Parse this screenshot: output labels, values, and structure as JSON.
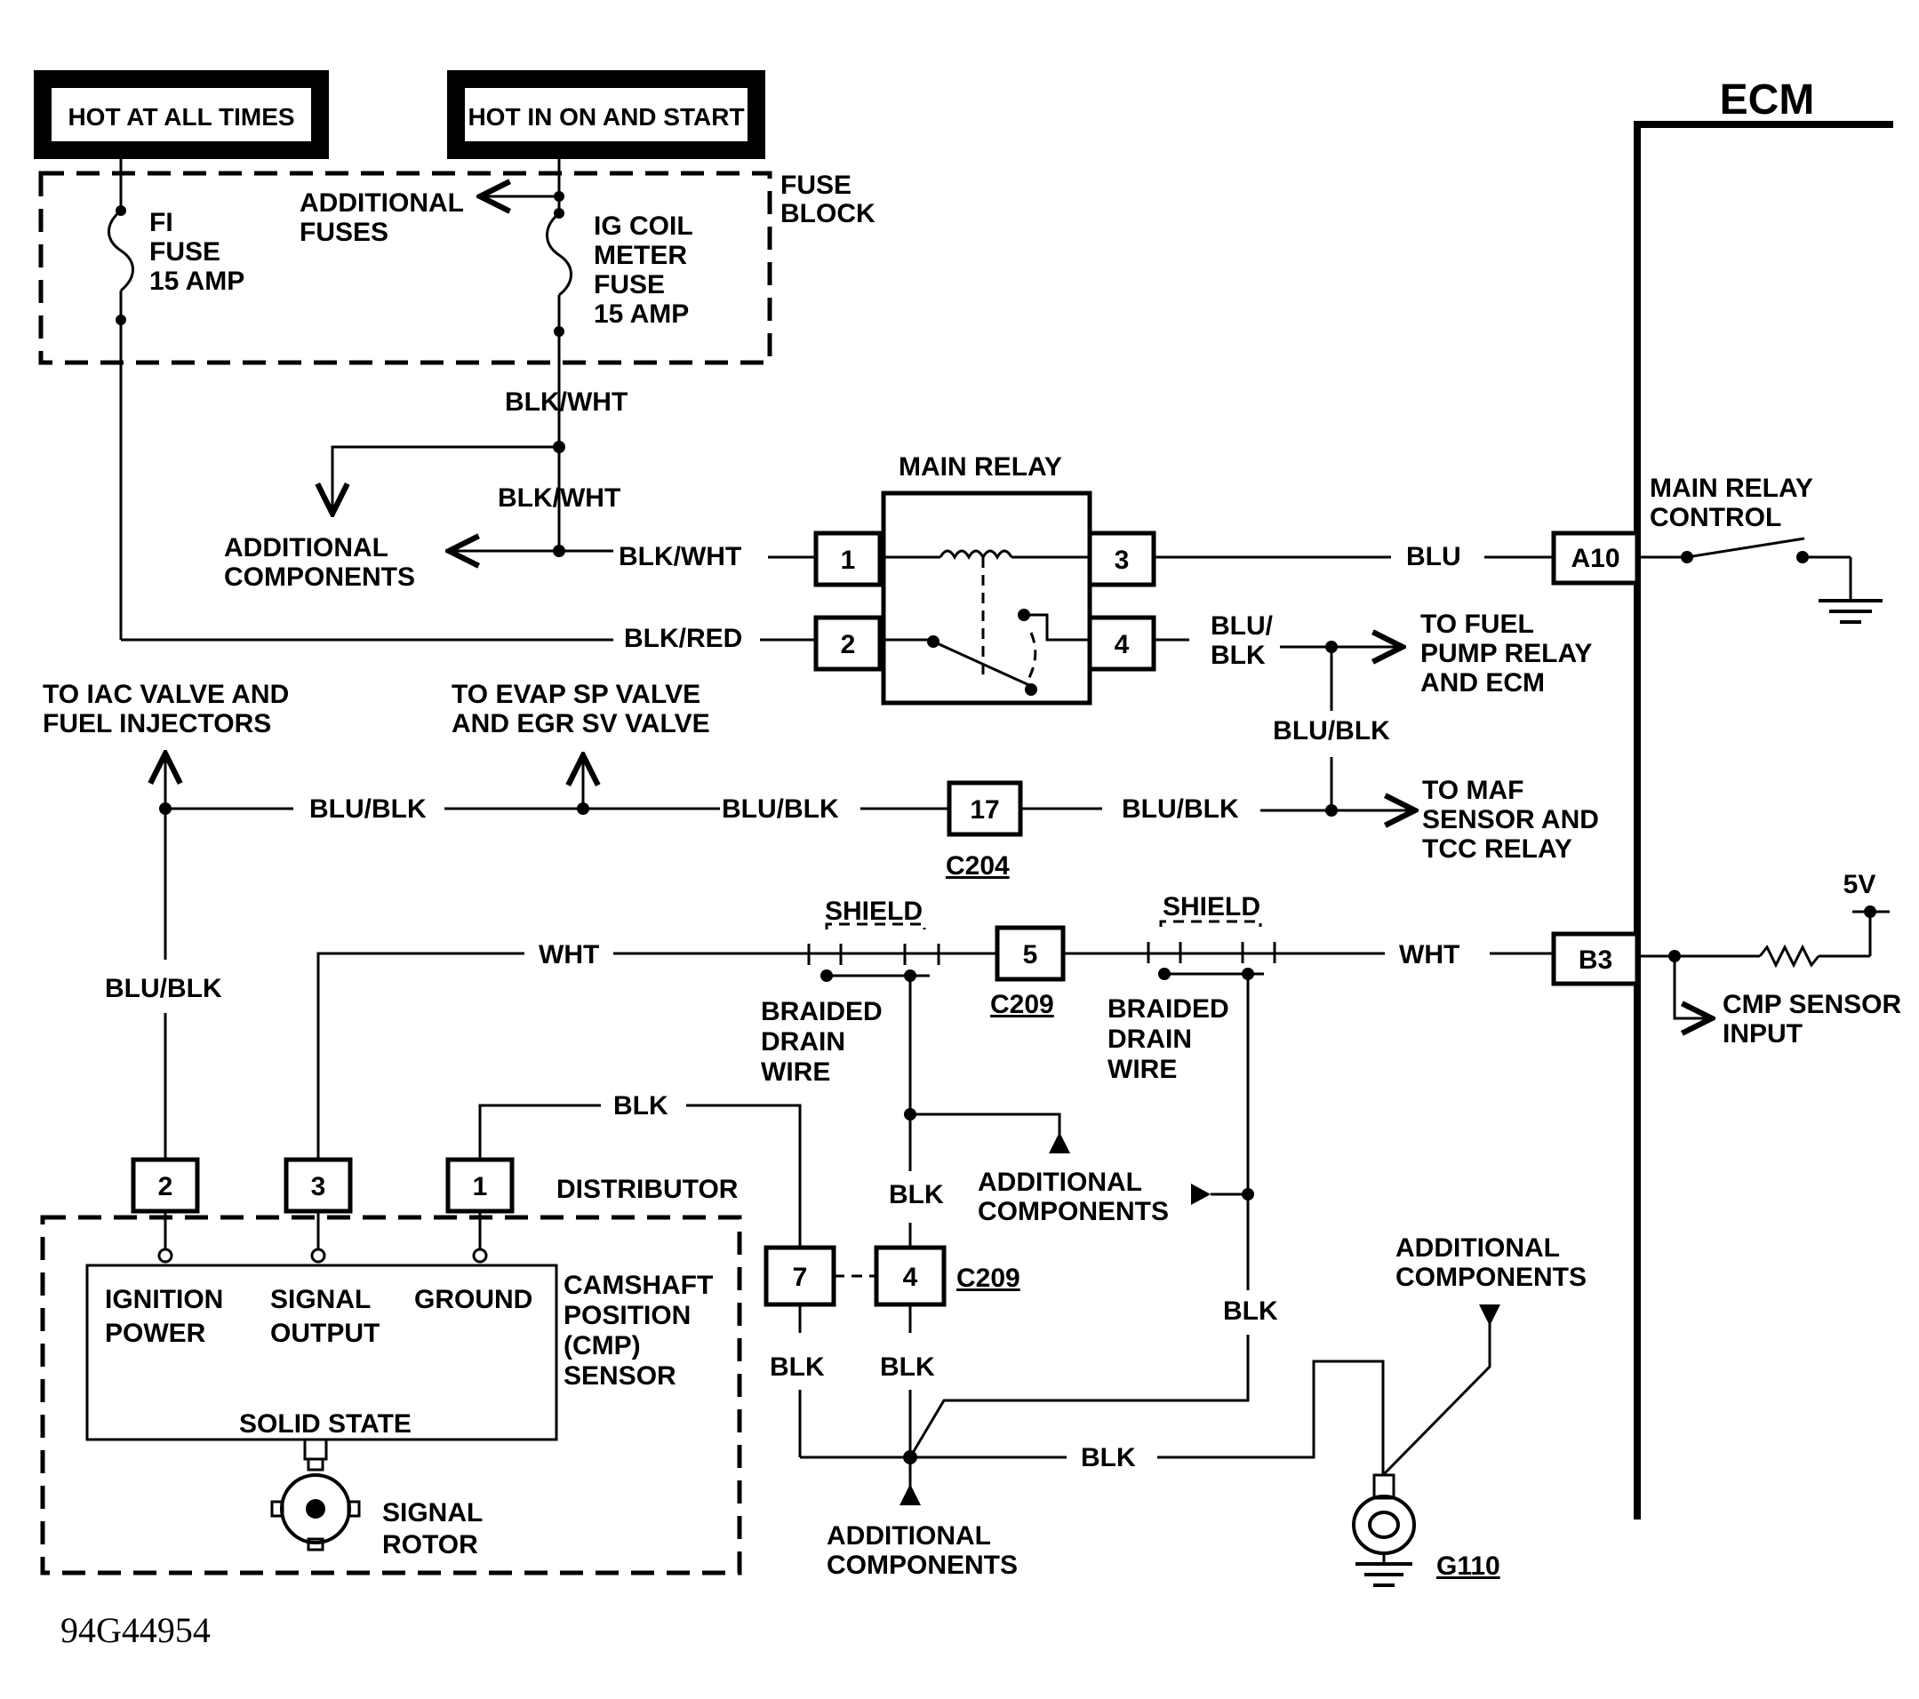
{
  "power": {
    "hot_always": "HOT AT ALL TIMES",
    "hot_on_start": "HOT IN ON AND START"
  },
  "fuse_block": {
    "title_line1": "FUSE",
    "title_line2": "BLOCK",
    "fi_fuse": [
      "FI",
      "FUSE",
      "15 AMP"
    ],
    "ig_fuse": [
      "IG COIL",
      "METER",
      "FUSE",
      "15 AMP"
    ],
    "additional_fuses": [
      "ADDITIONAL",
      "FUSES"
    ]
  },
  "ecm": {
    "title": "ECM",
    "main_relay_control": [
      "MAIN RELAY",
      "CONTROL"
    ],
    "cmp_sensor_input": [
      "CMP SENSOR",
      "INPUT"
    ],
    "five_volt": "5V",
    "pins": {
      "a10": "A10",
      "b3": "B3"
    }
  },
  "main_relay": {
    "title": "MAIN RELAY",
    "pins": [
      "1",
      "2",
      "3",
      "4"
    ]
  },
  "wires": {
    "blk_wht": "BLK/WHT",
    "blk_red": "BLK/RED",
    "blu": "BLU",
    "blu_blk": "BLU/BLK",
    "blu_slash": "BLU/",
    "blk": "BLK",
    "wht": "WHT"
  },
  "destinations": {
    "additional_components": [
      "ADDITIONAL",
      "COMPONENTS"
    ],
    "fuel_pump_relay": [
      "TO FUEL",
      "PUMP RELAY",
      "AND ECM"
    ],
    "iac_injectors": [
      "TO IAC VALVE AND",
      "FUEL INJECTORS"
    ],
    "evap_egr": [
      "TO EVAP SP VALVE",
      "AND EGR SV VALVE"
    ],
    "maf_tcc": [
      "TO MAF",
      "SENSOR AND",
      "TCC RELAY"
    ]
  },
  "connectors": {
    "c204": "C204",
    "c204_pin": "17",
    "c209": "C209",
    "c209_pin_upper": "5",
    "c209_pin_left": "7",
    "c209_pin_right": "4"
  },
  "shield": {
    "label": "SHIELD",
    "drain": [
      "BRAIDED",
      "DRAIN",
      "WIRE"
    ]
  },
  "distributor": {
    "title": "DISTRIBUTOR",
    "pins": [
      "2",
      "3",
      "1"
    ],
    "terminals": {
      "ignition": [
        "IGNITION",
        "POWER"
      ],
      "signal": [
        "SIGNAL",
        "OUTPUT"
      ],
      "ground": "GROUND"
    },
    "sensor_name": [
      "CAMSHAFT",
      "POSITION",
      "(CMP)",
      "SENSOR"
    ],
    "solid_state": "SOLID STATE",
    "signal_rotor": [
      "SIGNAL",
      "ROTOR"
    ]
  },
  "ground": {
    "g110": "G110"
  },
  "figure_id": "94G44954"
}
